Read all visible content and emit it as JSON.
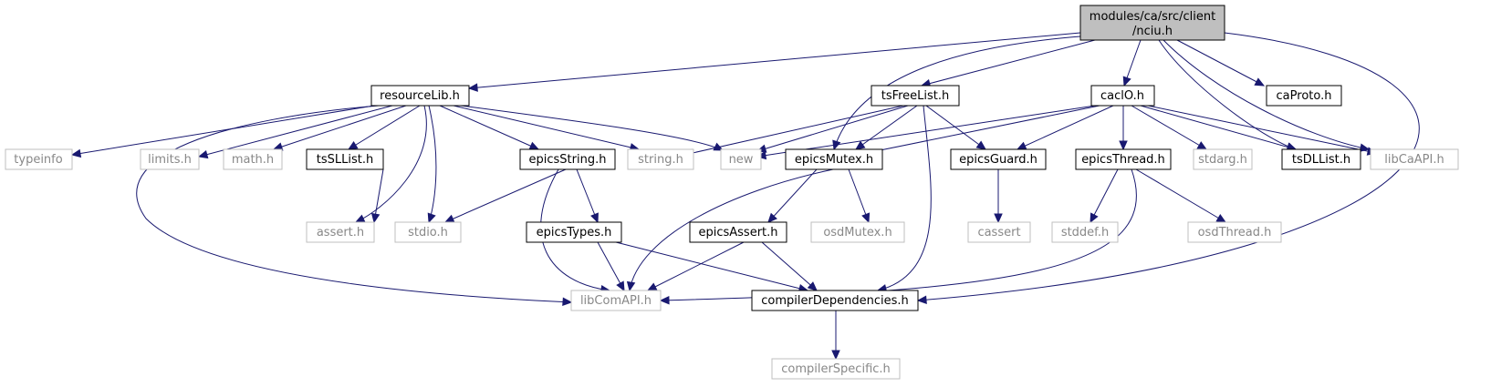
{
  "diagram": {
    "root": {
      "line1": "modules/ca/src/client",
      "line2": "/nciu.h"
    },
    "nodes": {
      "resourceLib": "resourceLib.h",
      "tsFreeList": "tsFreeList.h",
      "caclO": "caclO.h",
      "caProto": "caProto.h",
      "typeinfo": "typeinfo",
      "limits": "limits.h",
      "math": "math.h",
      "tsSLList": "tsSLList.h",
      "epicsString": "epicsString.h",
      "string": "string.h",
      "new": "new",
      "epicsMutex": "epicsMutex.h",
      "epicsGuard": "epicsGuard.h",
      "epicsThread": "epicsThread.h",
      "stdarg": "stdarg.h",
      "tsDLList": "tsDLList.h",
      "libCaAPI": "libCaAPI.h",
      "assert": "assert.h",
      "stdio": "stdio.h",
      "epicsTypes": "epicsTypes.h",
      "epicsAssert": "epicsAssert.h",
      "osdMutex": "osdMutex.h",
      "cassert": "cassert",
      "stddef": "stddef.h",
      "osdThread": "osdThread.h",
      "libComAPI": "libComAPI.h",
      "compilerDependencies": "compilerDependencies.h",
      "compilerSpecific": "compilerSpecific.h"
    },
    "colors": {
      "edge": "#191970",
      "root_fill": "#bfbfbf",
      "documented_border": "#000000",
      "undocumented_border": "#bfbfbf",
      "undocumented_text": "#888888"
    }
  }
}
